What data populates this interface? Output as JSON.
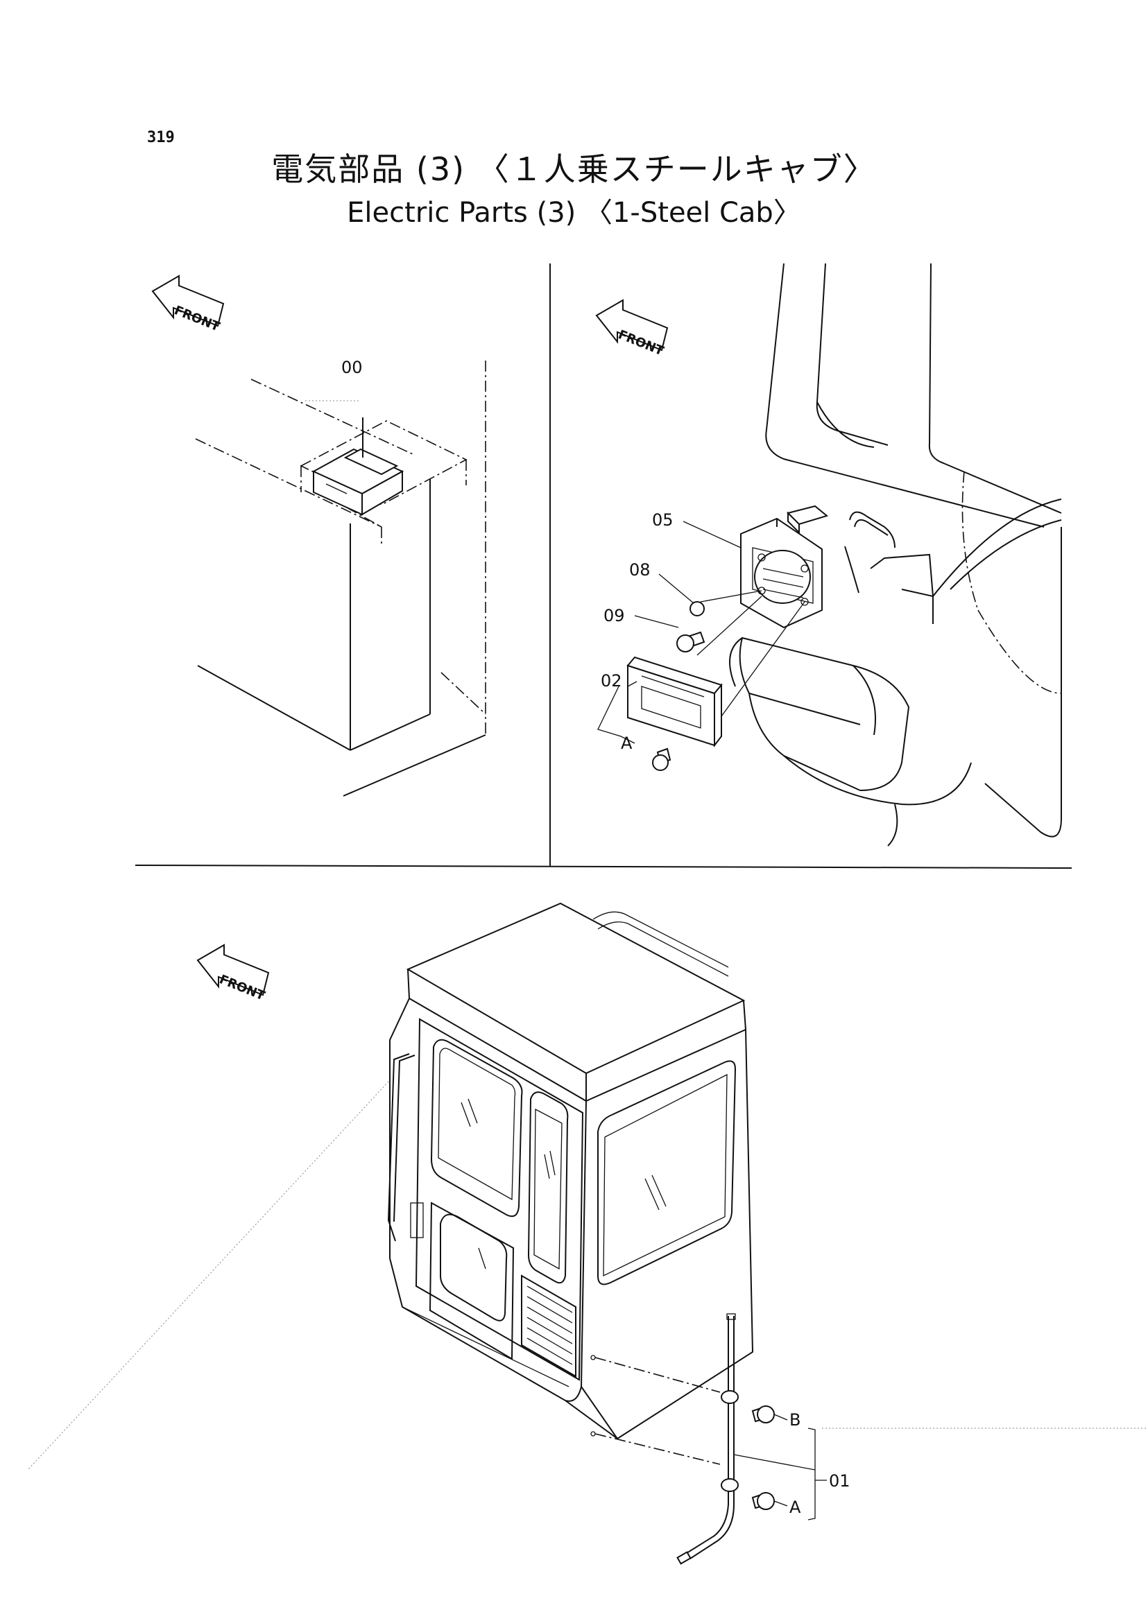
{
  "page_number": "319",
  "title_jp": "電気部品 (3) 〈１人乗スチールキャブ〉",
  "title_en": "Electric Parts (3) 〈1-Steel Cab〉",
  "front_label": "FRONT",
  "callouts": {
    "p00": "00",
    "p05": "05",
    "p08": "08",
    "p09": "09",
    "p02": "02",
    "pA_top": "A",
    "p01": "01",
    "pB": "B",
    "pA_bottom": "A"
  }
}
